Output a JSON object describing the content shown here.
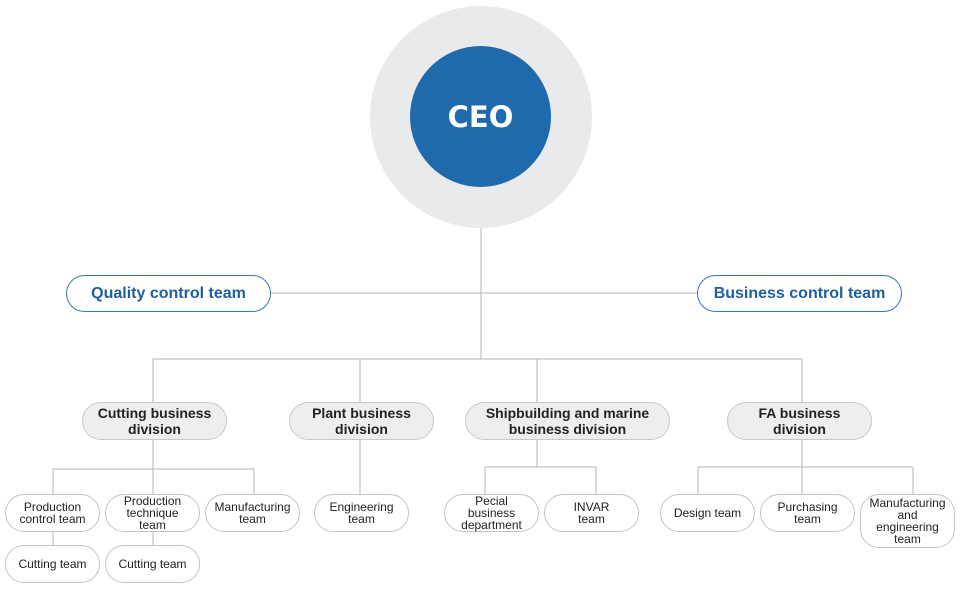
{
  "ceo": {
    "label": "CEO"
  },
  "staff": {
    "quality": "Quality control team",
    "business": "Business control team"
  },
  "divisions": {
    "cutting": "Cutting business division",
    "plant": "Plant business division",
    "shipbuilding": "Shipbuilding and marine business division",
    "fa": "FA business division"
  },
  "teams": {
    "cutting": [
      "Production control team",
      "Production technique team",
      "Manufacturing team",
      "Cutting team",
      "Cutting team"
    ],
    "plant": [
      "Engineering team"
    ],
    "shipbuilding": [
      "Pecial business department",
      "INVAR team"
    ],
    "fa": [
      "Design team",
      "Purchasing team",
      "Manufacturing and engineering team"
    ]
  },
  "colors": {
    "ceo": "#1f6aad",
    "staff_text": "#1f5fa0",
    "line": "#b4b4b4"
  }
}
